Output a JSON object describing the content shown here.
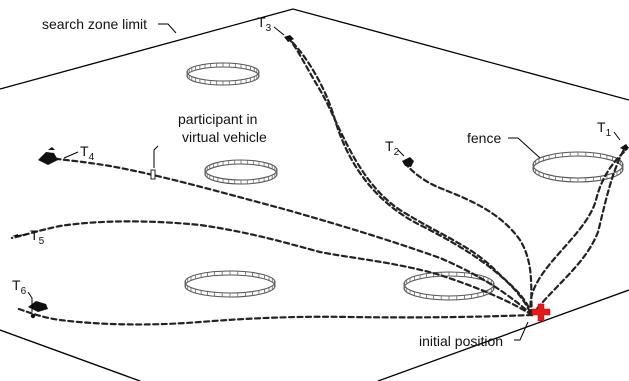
{
  "labels": {
    "search_zone": "search zone limit",
    "participant_line1": "participant in",
    "participant_line2": "virtual vehicle",
    "fence": "fence",
    "initial_position": "initial position"
  },
  "targets": [
    {
      "letter": "T",
      "sub": "1"
    },
    {
      "letter": "T",
      "sub": "2"
    },
    {
      "letter": "T",
      "sub": "3"
    },
    {
      "letter": "T",
      "sub": "4"
    },
    {
      "letter": "T",
      "sub": "5"
    },
    {
      "letter": "T",
      "sub": "6"
    }
  ],
  "colors": {
    "marker": "#e31b1b",
    "ink": "#111111",
    "trail": "#222222",
    "fence": "#555555"
  }
}
